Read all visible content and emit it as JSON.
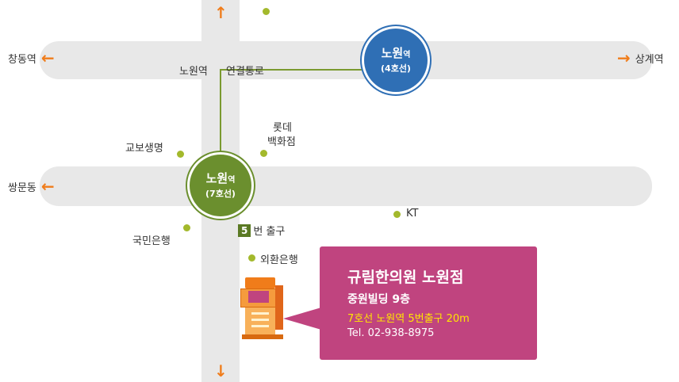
{
  "directions": {
    "north": "↑",
    "south": "↓",
    "west_top": "창동역",
    "east_top": "상계역",
    "west_mid": "쌍문동"
  },
  "stations": {
    "line4": {
      "name": "노원",
      "suffix": "역",
      "line": "(4호선)",
      "color": "#2f6fb5"
    },
    "line7": {
      "name": "노원",
      "suffix": "역",
      "line": "(7호선)",
      "color": "#6b8f2e"
    }
  },
  "connector": {
    "left": "노원역",
    "right": "연결통로"
  },
  "landmarks": {
    "lotte_line1": "롯데",
    "lotte_line2": "백화점",
    "kyobo": "교보생명",
    "kt": "KT",
    "kookmin": "국민은행",
    "exit_number": "5",
    "exit_text": "번 출구",
    "keb": "외환은행"
  },
  "info": {
    "title": "규림한의원 노원점",
    "building": "중원빌딩 9층",
    "directions": "7호선 노원역 5번출구 20m",
    "tel": "Tel. 02-938-8975"
  },
  "colors": {
    "road": "#e8e8e8",
    "accent_orange": "#f07c1a",
    "dot_green": "#a3b92c",
    "info_box": "#c0447f",
    "info_highlight": "#ffe600"
  }
}
